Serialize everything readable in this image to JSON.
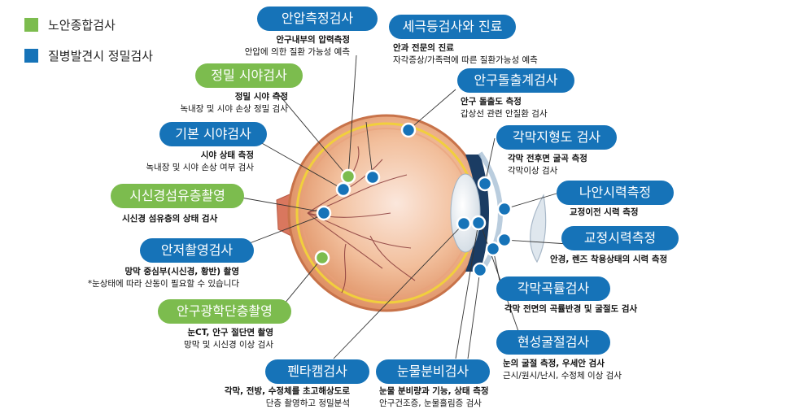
{
  "legend": [
    {
      "label": "노안종합검사",
      "color": "#7cbc4e"
    },
    {
      "label": "질병발견시 정밀검사",
      "color": "#1673b8"
    }
  ],
  "tests": {
    "iop": {
      "title": "안압측정검사",
      "line1": "안구내부의 압력측정",
      "line2": "안압에 의한 질환 가능성 예측"
    },
    "slit": {
      "title": "세극등검사와 진료",
      "line1": "안과 전문의 진료",
      "line2": "자각증상/가족력에 따른 질환가능성 예측"
    },
    "precise_vf": {
      "title": "정밀 시야검사",
      "line1": "정밀 시야 측정",
      "line2": "녹내장 및 시야 손상 정밀 검사"
    },
    "exo": {
      "title": "안구돌출계검사",
      "line1": "안구 돌출도 측정",
      "line2": "갑상선 관련 안질환 검사"
    },
    "basic_vf": {
      "title": "기본 시야검사",
      "line1": "시야 상태 측정",
      "line2": "녹내장 및 시야 손상 여부 검사"
    },
    "topo": {
      "title": "각막지형도 검사",
      "line1": "각막 전후면 굴곡 측정",
      "line2": "각막이상 검사"
    },
    "rnfl": {
      "title": "시신경섬유층촬영",
      "line1": "시신경 섬유층의 상태 검사"
    },
    "ucva": {
      "title": "나안시력측정",
      "line1": "교정이전 시력 측정"
    },
    "fundus": {
      "title": "안저촬영검사",
      "line1": "망막 중심부(시신경, 황반) 촬영",
      "line2": "*눈상태에 따라 산동이 필요할 수 있습니다"
    },
    "bcva": {
      "title": "교정시력측정",
      "line1": "안경, 렌즈 착용상태의 시력 측정"
    },
    "kerato": {
      "title": "각막곡률검사",
      "line1": "각막 전면의 곡률반경 및 굴절도 검사"
    },
    "oct": {
      "title": "안구광학단층촬영",
      "line1": "눈CT, 안구 절단면 촬영",
      "line2": "망막 및 시신경 이상 검사"
    },
    "refraction": {
      "title": "현성굴절검사",
      "line1": "눈의 굴절 측정, 우세안 검사",
      "line2": "근시/원시/난시, 수정체 이상 검사"
    },
    "pentacam": {
      "title": "펜타캠검사",
      "line1": "각막, 전방, 수정체를 초고해상도로",
      "line2": "단층 촬영하고 정밀분석"
    },
    "tear": {
      "title": "눈물분비검사",
      "line1": "눈물 분비량과 기능, 상태 측정",
      "line2": "안구건조증, 눈물흘림증 검사"
    }
  }
}
